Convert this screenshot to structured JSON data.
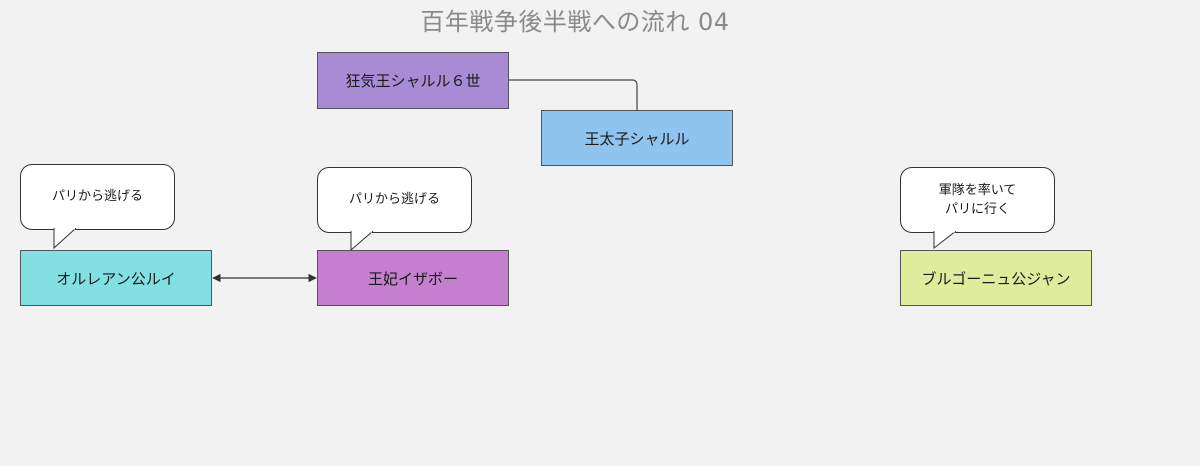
{
  "title": "百年戦争後半戦への流れ 04",
  "nodes": {
    "charles6": "狂気王シャルル６世",
    "dauphin": "王太子シャルル",
    "orleans": "オルレアン公ルイ",
    "isabeau": "王妃イザボー",
    "burgundy": "ブルゴーニュ公ジャン"
  },
  "bubbles": {
    "orleans": "パリから逃げる",
    "isabeau": "パリから逃げる",
    "burgundy_line1": "軍隊を率いて",
    "burgundy_line2": "パリに行く"
  },
  "colors": {
    "background": "#f2f2f2",
    "charles6": "#a78bd4",
    "dauphin": "#8fc4ee",
    "orleans": "#82e0e2",
    "isabeau": "#c47fcf",
    "burgundy": "#dfec9c"
  }
}
